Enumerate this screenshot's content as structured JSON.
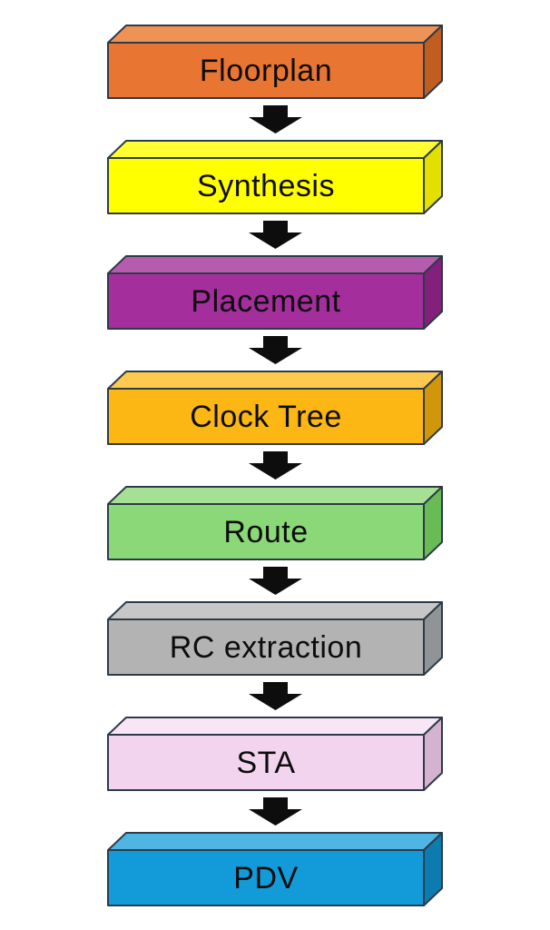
{
  "diagram": {
    "type": "flowchart",
    "direction": "top-to-bottom",
    "background_color": "#ffffff",
    "outline_color": "#2d3b49",
    "arrow_color": "#0d0d0d",
    "text_color": "#0d0d0d",
    "arrow_icon": "solid-block-down-arrow",
    "steps": [
      {
        "label": "Floorplan",
        "front_color": "#e97532",
        "top_color": "#ee9355",
        "side_color": "#c05e20"
      },
      {
        "label": "Synthesis",
        "front_color": "#ffff00",
        "top_color": "#ffff33",
        "side_color": "#e3e000"
      },
      {
        "label": "Placement",
        "front_color": "#a32e9c",
        "top_color": "#b55cae",
        "side_color": "#82207b"
      },
      {
        "label": "Clock Tree",
        "front_color": "#fcb714",
        "top_color": "#fdc94f",
        "side_color": "#d2960a"
      },
      {
        "label": "Route",
        "front_color": "#8bd878",
        "top_color": "#a6e094",
        "side_color": "#69bc55"
      },
      {
        "label": "RC extraction",
        "front_color": "#b3b3b3",
        "top_color": "#c7c7c7",
        "side_color": "#909497"
      },
      {
        "label": "STA",
        "front_color": "#f2d4ef",
        "top_color": "#f8e5f5",
        "side_color": "#d3b3d0"
      },
      {
        "label": "PDV",
        "front_color": "#129bd8",
        "top_color": "#4fb5e2",
        "side_color": "#0c7cb0"
      }
    ]
  }
}
